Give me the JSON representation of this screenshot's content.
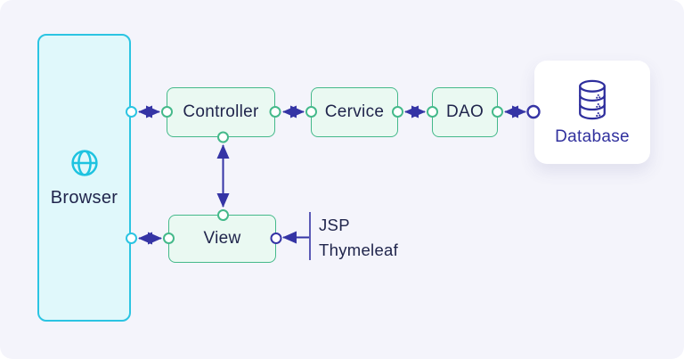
{
  "diagram": {
    "title": "MVC architecture diagram",
    "nodes": {
      "browser": {
        "label": "Browser",
        "icon": "globe-icon"
      },
      "controller": {
        "label": "Controller"
      },
      "service": {
        "label": "Cervice"
      },
      "dao": {
        "label": "DAO"
      },
      "view": {
        "label": "View"
      },
      "database": {
        "label": "Database",
        "icon": "database-cylinder-icon"
      }
    },
    "view_technologies": [
      "JSP",
      "Thymeleaf"
    ],
    "connections": [
      "Browser <-> Controller",
      "Controller <-> Cervice",
      "Cervice <-> DAO",
      "DAO <-> Database",
      "Controller <-> View",
      "Browser <-> View",
      "JSP/Thymeleaf -> View"
    ],
    "colors": {
      "canvas_background": "#f4f4fb",
      "browser_border": "#2bc4e2",
      "browser_fill": "#e0f8fb",
      "green_border": "#44b98a",
      "green_fill": "#eaf9f2",
      "arrow_indigo": "#3534a5",
      "database_indigo": "#31319e",
      "text_navy": "#20254c"
    }
  }
}
